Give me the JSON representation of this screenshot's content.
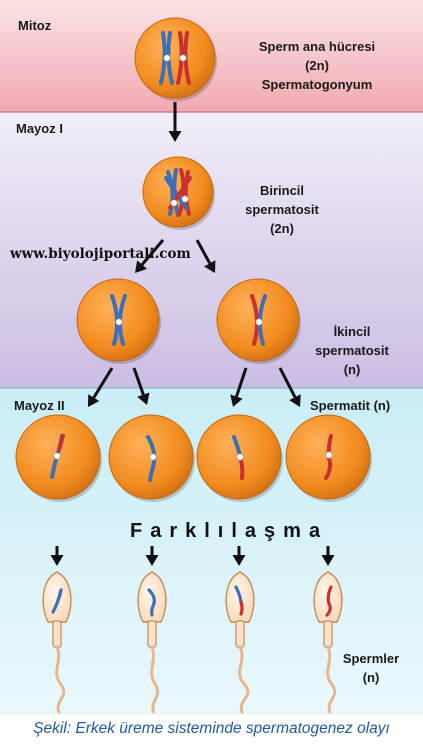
{
  "panels": {
    "mitoz": "Mitoz",
    "mayoz1": "Mayoz I",
    "mayoz2": "Mayoz II"
  },
  "labels": {
    "sperm_ana_1": "Sperm ana hücresi",
    "sperm_ana_2": "(2n)",
    "sperm_ana_3": "Spermatogonyum",
    "birincil_1": "Birincil",
    "birincil_2": "spermatosit",
    "birincil_3": "(2n)",
    "ikincil_1": "İkincil",
    "ikincil_2": "spermatosit",
    "ikincil_3": "(n)",
    "spermatit": "Spermatit (n)",
    "farklilasma": "Farklılaşma",
    "spermler_1": "Spermler",
    "spermler_2": "(n)"
  },
  "watermark": "www.biyolojiportali.com",
  "caption": "Şekil: Erkek üreme sisteminde spermatogenez olayı",
  "colors": {
    "mitoz_band": "#f3b8bd",
    "mayoz1_band": "#d6cbe9",
    "mayoz2_band": "#bfe8f2",
    "cell": "#f28c1f",
    "chromosome_blue": "#3d6fb8",
    "chromosome_red": "#c8312e",
    "sperm_fill": "#fbe3cc",
    "caption": "#1f5aa6"
  }
}
